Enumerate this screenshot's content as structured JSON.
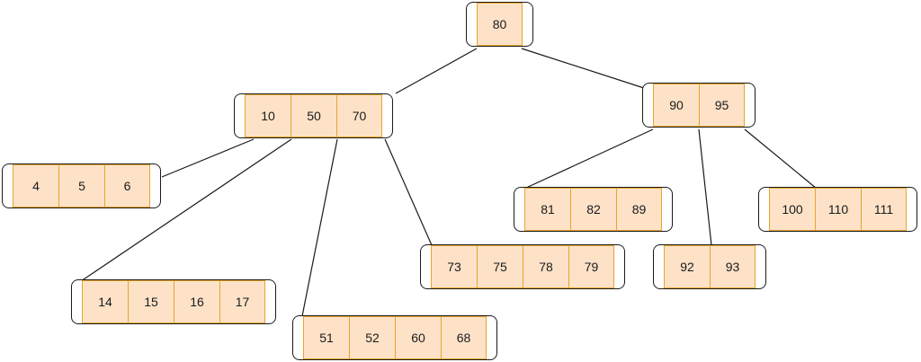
{
  "diagram": {
    "type": "b-tree",
    "colors": {
      "key_fill": "#fde2c8",
      "key_border": "#e6a52a",
      "node_border": "#1a1a1a",
      "edge": "#1a1a1a"
    },
    "nodes": {
      "root": {
        "keys": [
          "80"
        ]
      },
      "n_10_50_70": {
        "keys": [
          "10",
          "50",
          "70"
        ]
      },
      "n_90_95": {
        "keys": [
          "90",
          "95"
        ]
      },
      "n_4_5_6": {
        "keys": [
          "4",
          "5",
          "6"
        ]
      },
      "n_14_15_16_17": {
        "keys": [
          "14",
          "15",
          "16",
          "17"
        ]
      },
      "n_51_52_60_68": {
        "keys": [
          "51",
          "52",
          "60",
          "68"
        ]
      },
      "n_73_75_78_79": {
        "keys": [
          "73",
          "75",
          "78",
          "79"
        ]
      },
      "n_81_82_89": {
        "keys": [
          "81",
          "82",
          "89"
        ]
      },
      "n_92_93": {
        "keys": [
          "92",
          "93"
        ]
      },
      "n_100_110_111": {
        "keys": [
          "100",
          "110",
          "111"
        ]
      }
    },
    "edges": [
      [
        "root",
        "n_10_50_70"
      ],
      [
        "root",
        "n_90_95"
      ],
      [
        "n_10_50_70",
        "n_4_5_6"
      ],
      [
        "n_10_50_70",
        "n_14_15_16_17"
      ],
      [
        "n_10_50_70",
        "n_51_52_60_68"
      ],
      [
        "n_10_50_70",
        "n_73_75_78_79"
      ],
      [
        "n_90_95",
        "n_81_82_89"
      ],
      [
        "n_90_95",
        "n_92_93"
      ],
      [
        "n_90_95",
        "n_100_110_111"
      ]
    ]
  }
}
